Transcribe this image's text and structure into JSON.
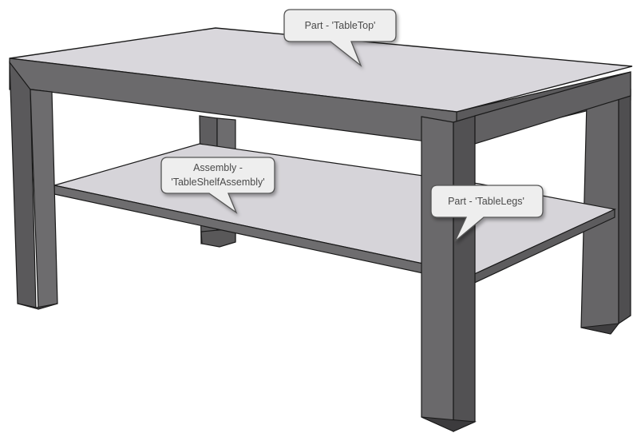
{
  "colors": {
    "table_top_surface": "#d9d7dc",
    "frame_front": "#6b6a6c",
    "frame_side": "#5a595b",
    "frame_dark": "#4d4c4e",
    "outline": "#1a1a1a",
    "callout_fill": "#eeeeee",
    "callout_border": "#555555",
    "callout_text": "#4a4a4a"
  },
  "callouts": {
    "table_top": {
      "line1": "Part - 'TableTop'"
    },
    "shelf_assembly": {
      "line1": "Assembly -",
      "line2": "'TableShelfAssembly'"
    },
    "table_legs": {
      "line1": "Part - 'TableLegs'"
    }
  }
}
